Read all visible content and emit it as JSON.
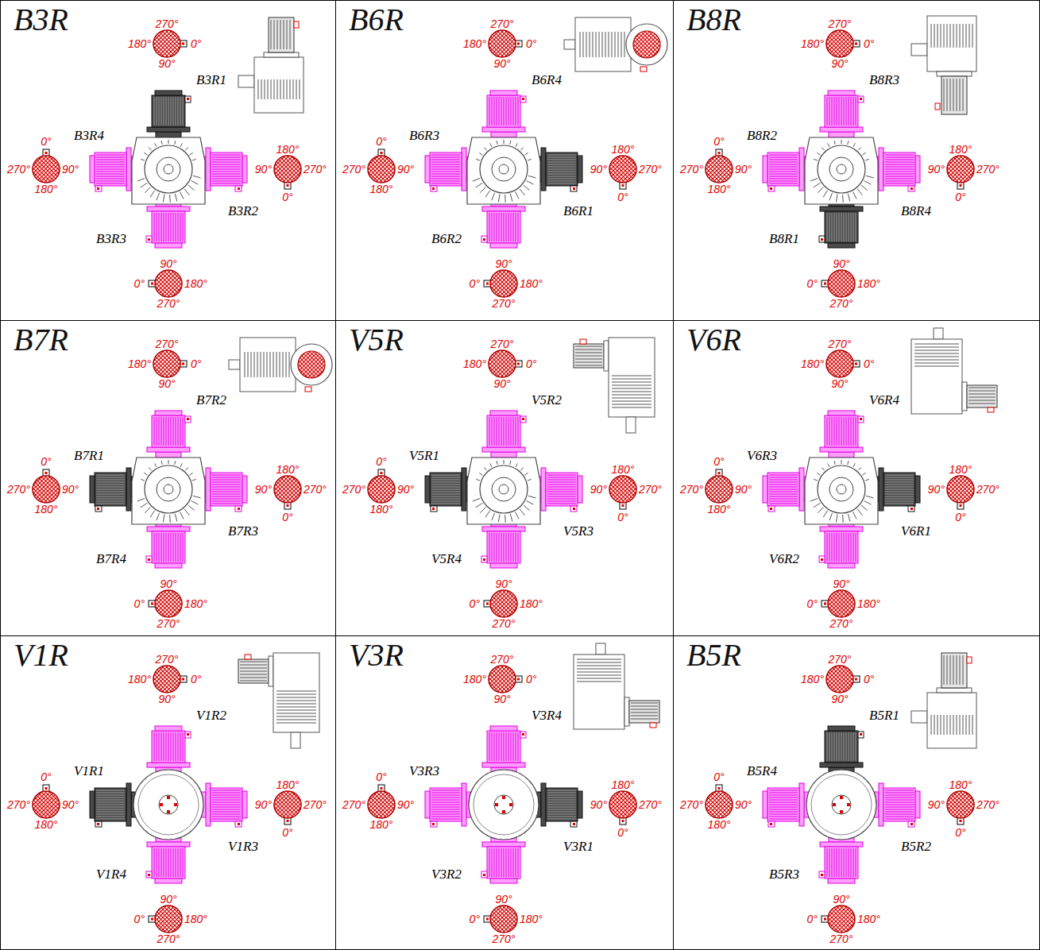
{
  "diagram": {
    "nodes": [
      {
        "text": [
          "B3R"
        ]
      },
      {
        "text": [
          "B6R"
        ]
      },
      {
        "text": [
          "B8R"
        ]
      },
      {
        "text": [
          "B7R"
        ]
      },
      {
        "text": [
          "V5R"
        ]
      },
      {
        "text": [
          "V6R"
        ]
      },
      {
        "text": [
          "V1R"
        ]
      },
      {
        "text": [
          "V3R"
        ]
      },
      {
        "text": [
          "B5R"
        ]
      }
    ],
    "labels": [
      "B3R1",
      "B3R4",
      "B3R2",
      "B3R3",
      "270°",
      "180°",
      "0°",
      "90°",
      "0°",
      "270°",
      "90°",
      "180°",
      "180°",
      "90°",
      "270°",
      "0°",
      "90°",
      "0°",
      "180°",
      "270°",
      "B6R4",
      "B6R3",
      "B6R1",
      "B6R2",
      "270°",
      "180°",
      "0°",
      "90°",
      "0°",
      "270°",
      "90°",
      "180°",
      "180°",
      "90°",
      "270°",
      "0°",
      "90°",
      "0°",
      "180°",
      "270°",
      "B8R3",
      "B8R2",
      "B8R4",
      "B8R1",
      "270°",
      "180°",
      "0°",
      "90°",
      "0°",
      "270°",
      "90°",
      "180°",
      "180°",
      "90°",
      "270°",
      "0°",
      "90°",
      "0°",
      "180°",
      "270°",
      "B7R2",
      "B7R1",
      "B7R3",
      "B7R4",
      "270°",
      "180°",
      "0°",
      "90°",
      "0°",
      "270°",
      "90°",
      "180°",
      "180°",
      "90°",
      "270°",
      "0°",
      "90°",
      "0°",
      "180°",
      "270°",
      "V5R2",
      "V5R1",
      "V5R3",
      "V5R4",
      "270°",
      "180°",
      "0°",
      "90°",
      "0°",
      "270°",
      "90°",
      "180°",
      "180°",
      "90°",
      "270°",
      "0°",
      "90°",
      "0°",
      "180°",
      "270°",
      "V6R4",
      "V6R3",
      "V6R1",
      "V6R2",
      "270°",
      "180°",
      "0°",
      "90°",
      "0°",
      "270°",
      "90°",
      "180°",
      "180°",
      "90°",
      "270°",
      "0°",
      "90°",
      "0°",
      "180°",
      "270°",
      "V1R2",
      "V1R1",
      "V1R3",
      "V1R4",
      "270°",
      "180°",
      "0°",
      "90°",
      "0°",
      "270°",
      "90°",
      "180°",
      "180°",
      "90°",
      "270°",
      "0°",
      "90°",
      "0°",
      "180°",
      "270°",
      "V3R4",
      "V3R3",
      "V3R1",
      "V3R2",
      "270°",
      "180°",
      "0°",
      "90°",
      "0°",
      "270°",
      "90°",
      "180°",
      "180°",
      "90°",
      "270°",
      "0°",
      "90°",
      "0°",
      "180°",
      "270°",
      "B5R1",
      "B5R4",
      "B5R2",
      "B5R3",
      "270°",
      "180°",
      "0°",
      "90°",
      "0°",
      "270°",
      "90°",
      "180°",
      "180°",
      "90°",
      "270°",
      "0°",
      "90°",
      "0°",
      "180°",
      "270°"
    ]
  }
}
